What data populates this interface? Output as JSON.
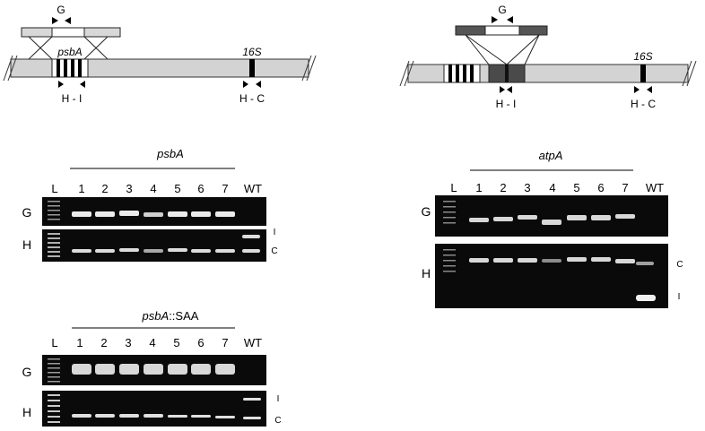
{
  "maps": {
    "left": {
      "primer_g_label": "G",
      "gene_label": "psbA",
      "ref_label": "16S",
      "primer_hi_label": "H - I",
      "primer_hc_label": "H - C"
    },
    "right": {
      "primer_g_label": "G",
      "ref_label": "16S",
      "primer_hi_label": "H - I",
      "primer_hc_label": "H - C"
    }
  },
  "gels": {
    "psbA": {
      "title": "psbA",
      "ladder_label": "L",
      "lanes": [
        "1",
        "2",
        "3",
        "4",
        "5",
        "6",
        "7"
      ],
      "wt_label": "WT",
      "row_g": "G",
      "row_h": "H",
      "band_i": "I",
      "band_c": "C"
    },
    "psbA_SAA": {
      "title_italic": "psbA",
      "title_suffix": "::SAA",
      "ladder_label": "L",
      "lanes": [
        "1",
        "2",
        "3",
        "4",
        "5",
        "6",
        "7"
      ],
      "wt_label": "WT",
      "row_g": "G",
      "row_h": "H",
      "band_i": "I",
      "band_c": "C"
    },
    "atpA": {
      "title": "atpA",
      "ladder_label": "L",
      "lanes": [
        "1",
        "2",
        "3",
        "4",
        "5",
        "6",
        "7"
      ],
      "wt_label": "WT",
      "row_g": "G",
      "row_h": "H",
      "band_c": "C",
      "band_i": "I"
    }
  }
}
